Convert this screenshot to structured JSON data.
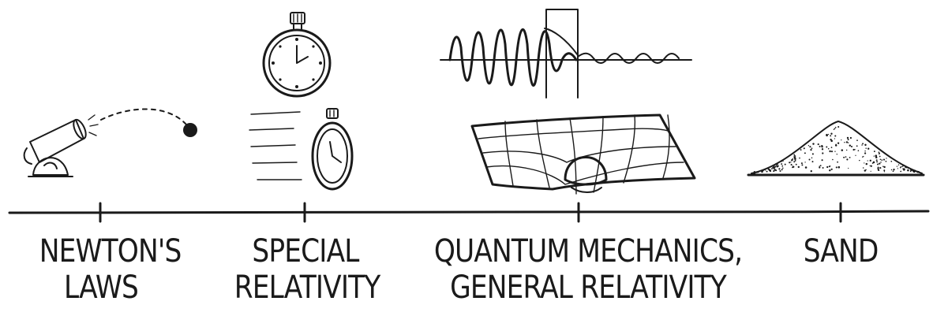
{
  "timeline": {
    "items": [
      {
        "id": "newtons-laws",
        "line1": "NEWTON'S",
        "line2": "LAWS",
        "icon": "cannon-icon"
      },
      {
        "id": "special-relativity",
        "line1": "SPECIAL",
        "line2": "RELATIVITY",
        "icon": "stopwatch-icon"
      },
      {
        "id": "qm-gr",
        "line1": "QUANTUM MECHANICS,",
        "line2": "GENERAL RELATIVITY",
        "icon": "wave-and-spacetime-icon"
      },
      {
        "id": "sand",
        "line1": "SAND",
        "line2": "",
        "icon": "sand-pile-icon"
      }
    ]
  },
  "colors": {
    "ink": "#1a1a1a",
    "background": "#ffffff"
  }
}
